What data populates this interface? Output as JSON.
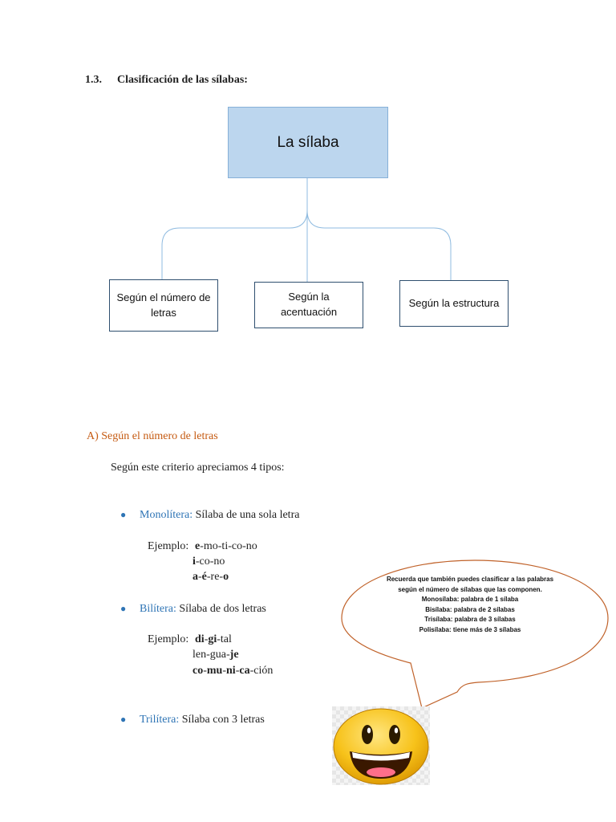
{
  "heading": {
    "number": "1.3.",
    "title": "Clasificación de las sílabas:"
  },
  "diagram": {
    "root": "La sílaba",
    "children": [
      "Según el número de letras",
      "Según la acentuación",
      "Según la estructura"
    ]
  },
  "section_a": {
    "title": "A)  Según el número de letras",
    "intro": "Según este criterio apreciamos 4 tipos:",
    "monolitera": {
      "term": "Monolítera:",
      "definition": " Sílaba de una sola letra",
      "example_label": "Ejemplo: ",
      "examples": [
        [
          {
            "t": "e",
            "b": true
          },
          {
            "t": "-mo-ti-co-no",
            "b": false
          }
        ],
        [
          {
            "t": "i",
            "b": true
          },
          {
            "t": "-co-no",
            "b": false
          }
        ],
        [
          {
            "t": "a",
            "b": true
          },
          {
            "t": "-",
            "b": false
          },
          {
            "t": "é",
            "b": true
          },
          {
            "t": "-re-",
            "b": false
          },
          {
            "t": "o",
            "b": true
          }
        ]
      ]
    },
    "bilitera": {
      "term": "Bilítera:",
      "definition": "  Sílaba de dos letras",
      "example_label": "Ejemplo: ",
      "examples": [
        [
          {
            "t": "di",
            "b": true
          },
          {
            "t": "-",
            "b": false
          },
          {
            "t": "gi",
            "b": true
          },
          {
            "t": "-tal",
            "b": false
          }
        ],
        [
          {
            "t": "len-gua-",
            "b": false
          },
          {
            "t": "je",
            "b": true
          }
        ],
        [
          {
            "t": "co",
            "b": true
          },
          {
            "t": "-",
            "b": false
          },
          {
            "t": "mu",
            "b": true
          },
          {
            "t": "-",
            "b": false
          },
          {
            "t": "ni",
            "b": true
          },
          {
            "t": "-",
            "b": false
          },
          {
            "t": "ca",
            "b": true
          },
          {
            "t": "-ción",
            "b": false
          }
        ]
      ]
    },
    "trilitera": {
      "term": "Trilítera:",
      "definition": " Sílaba con 3 letras"
    }
  },
  "bubble": {
    "lines": [
      "Recuerda que también puedes clasificar a las palabras",
      "según el número de sílabas que las componen.",
      "Monosílaba: palabra de 1 sílaba",
      "Bisílaba: palabra de 2 sílabas",
      "Trisílaba: palabra de 3 sílabas",
      "Polisílaba: tiene más de 3 sílabas"
    ]
  },
  "colors": {
    "accent_orange": "#c55a11",
    "accent_blue": "#2e74b5",
    "root_fill": "#bcd6ee",
    "connector": "#8fbbe0",
    "bubble_stroke": "#c0622a"
  }
}
